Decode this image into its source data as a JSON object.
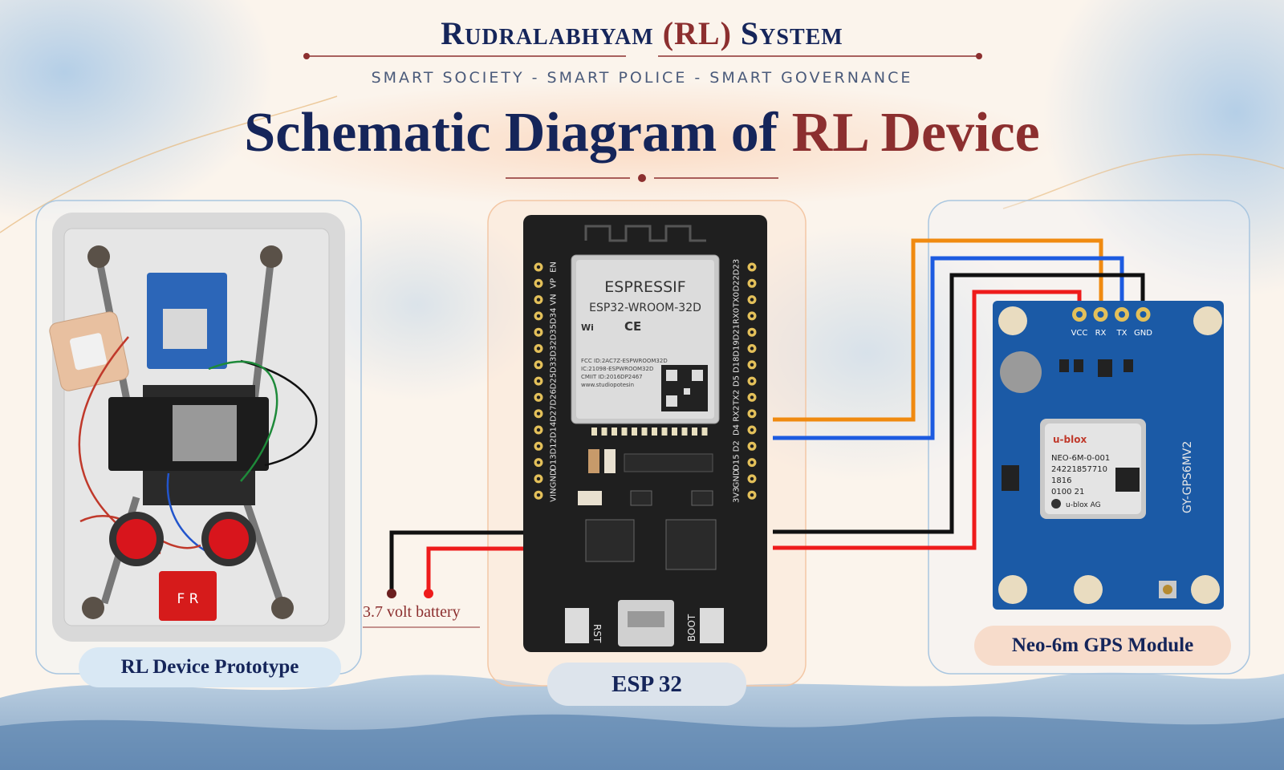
{
  "header": {
    "system_name": "Rudralabhyam",
    "system_abbr": "(RL)",
    "system_word": "System",
    "tagline": "SMART SOCIETY - SMART POLICE - SMART GOVERNANCE",
    "title_main": "Schematic Diagram of",
    "title_accent": "RL Device"
  },
  "panels": {
    "prototype_label": "RL Device Prototype",
    "esp32_label": "ESP 32",
    "gps_label": "Neo-6m GPS Module"
  },
  "battery_label": "3.7 volt battery",
  "esp32": {
    "vendor": "ESPRESSIF",
    "model": "ESP32-WROOM-32D",
    "ce": "CE",
    "fcc_lines": [
      "FCC ID:2AC7Z-ESPWROOM32D",
      "IC:21098-ESPWROOM32D",
      "CMIIT ID:2016DP2467",
      "www.studiopotesin"
    ],
    "left_pins": [
      "EN",
      "VP",
      "VN",
      "D34",
      "D35",
      "D32",
      "D33",
      "D25",
      "D26",
      "D27",
      "D14",
      "D12",
      "D13",
      "GND",
      "VIN"
    ],
    "right_pins": [
      "D23",
      "D22",
      "TX0",
      "RX0",
      "D21",
      "D19",
      "D18",
      "D5",
      "TX2",
      "RX2",
      "D4",
      "D2",
      "D15",
      "GND",
      "3V3"
    ],
    "rst_label": "RST",
    "boot_label": "BOOT"
  },
  "gps": {
    "pins": [
      "VCC",
      "RX",
      "TX",
      "GND"
    ],
    "board_name": "GY-GPS6MV2",
    "chip_brand": "u-blox",
    "chip_lines": [
      "NEO-6M-0-001",
      "24221857710",
      "1816",
      "0100 21"
    ],
    "chip_footer": "u-blox AG"
  },
  "prototype": {
    "switch_text": "F R"
  },
  "colors": {
    "navy": "#15255a",
    "maroon": "#8c2f2f",
    "wire_orange": "#f08a10",
    "wire_blue": "#1d5be0",
    "wire_black": "#111111",
    "wire_red": "#ee1b1b",
    "gps_board": "#1b5aa6",
    "esp_board": "#1f1f1f"
  }
}
